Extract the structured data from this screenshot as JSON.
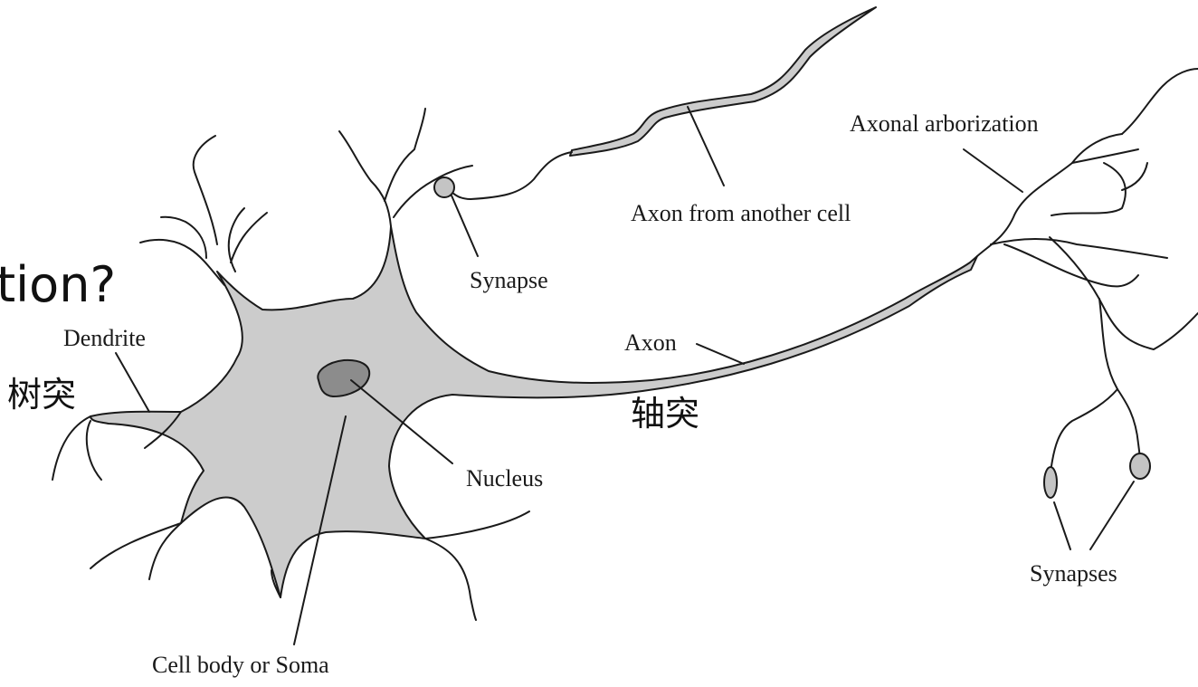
{
  "title_fragment": "tion?",
  "labels": {
    "dendrite": "Dendrite",
    "dendrite_cn": "树突",
    "synapse": "Synapse",
    "axon_from_another_cell": "Axon from another cell",
    "axonal_arborization": "Axonal arborization",
    "axon": "Axon",
    "axon_cn": "轴突",
    "nucleus": "Nucleus",
    "cell_body": "Cell body or Soma",
    "synapses": "Synapses"
  },
  "colors": {
    "cytoplasm": "#cccccc",
    "nucleus": "#8c8c8c",
    "outline": "#1a1a1a"
  }
}
